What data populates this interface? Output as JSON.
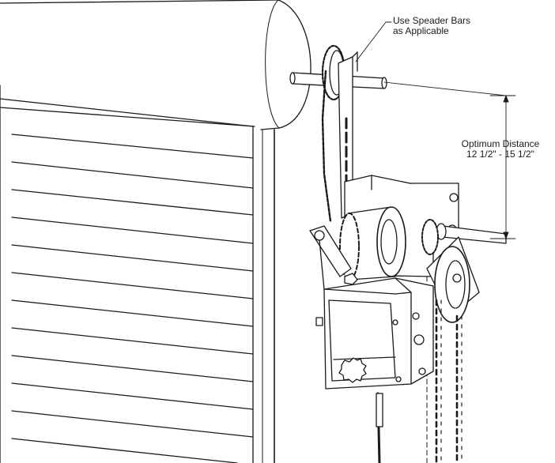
{
  "diagram": {
    "subject": "rolling door operator with chain hoist mounted beside door drum",
    "colors": {
      "line": "#1a1a1a",
      "background": "#ffffff",
      "shade": "#e6e6e6"
    }
  },
  "callouts": {
    "speeder_bars": {
      "line1": "Use Speader Bars",
      "line2": "as Applicable"
    },
    "optimum_distance": {
      "line1": "Optimum Distance",
      "line2": "12 1/2\" - 15 1/2\""
    }
  }
}
